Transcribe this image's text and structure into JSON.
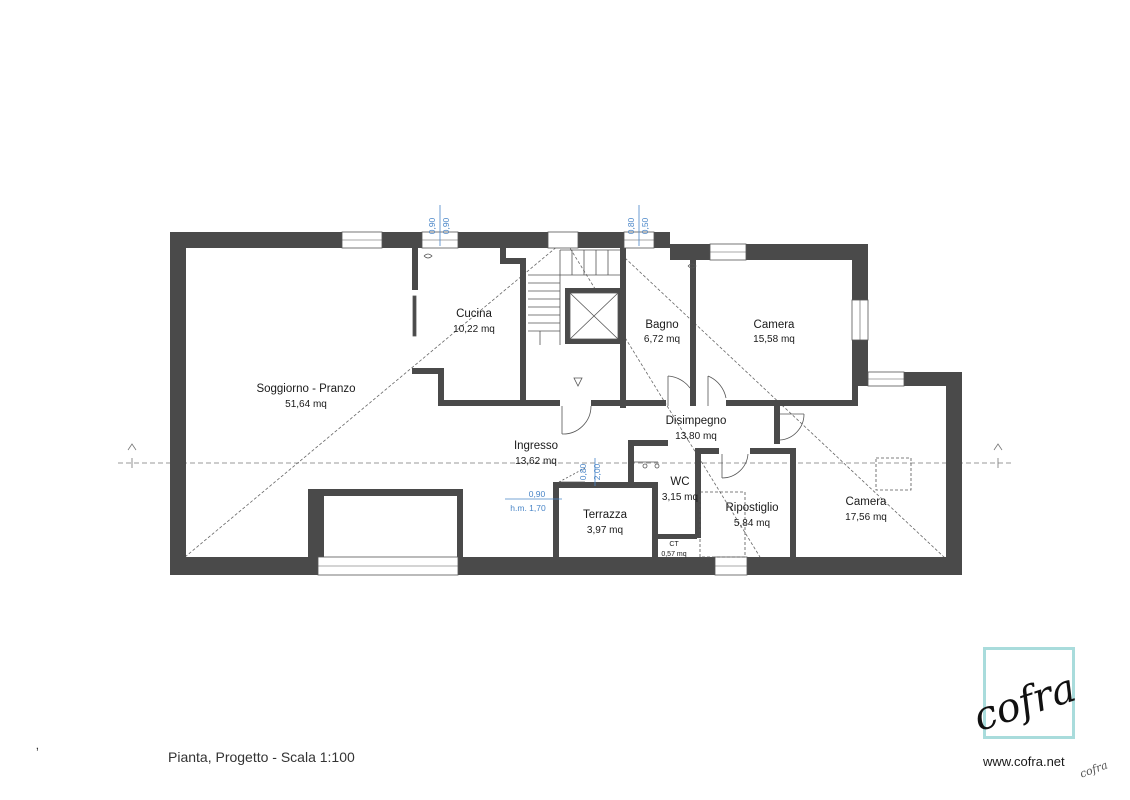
{
  "rooms": {
    "soggiorno": {
      "name": "Soggiorno - Pranzo",
      "area": "51,64 mq"
    },
    "cucina": {
      "name": "Cucina",
      "area": "10,22 mq"
    },
    "bagno": {
      "name": "Bagno",
      "area": "6,72 mq"
    },
    "camera1": {
      "name": "Camera",
      "area": "15,58 mq"
    },
    "disimpegno": {
      "name": "Disimpegno",
      "area": "13,80 mq"
    },
    "ingresso": {
      "name": "Ingresso",
      "area": "13,62 mq"
    },
    "wc": {
      "name": "WC",
      "area": "3,15 mq"
    },
    "ripostiglio": {
      "name": "Ripostiglio",
      "area": "5,84 mq"
    },
    "camera2": {
      "name": "Camera",
      "area": "17,56 mq"
    },
    "terrazza": {
      "name": "Terrazza",
      "area": "3,97 mq"
    },
    "ct": {
      "name": "CT",
      "area": "0,57 mq"
    }
  },
  "dimensions": {
    "cucina_window": [
      "0,90",
      "0,90"
    ],
    "bagno_window": [
      "0,80",
      "0,50"
    ],
    "ingresso_door": [
      "0,80",
      "2,00"
    ],
    "terrazza_door": "0,90",
    "terrazza_height": "h.m. 1,70"
  },
  "caption": "Pianta, Progetto - Scala 1:100",
  "logo": {
    "wordmark": "cofra",
    "website": "www.cofra.net",
    "signature": "cofra"
  },
  "colors": {
    "wall": "#4a4a4a",
    "dimension": "#4a86c8",
    "logo_frame": "#a9dcdc"
  }
}
